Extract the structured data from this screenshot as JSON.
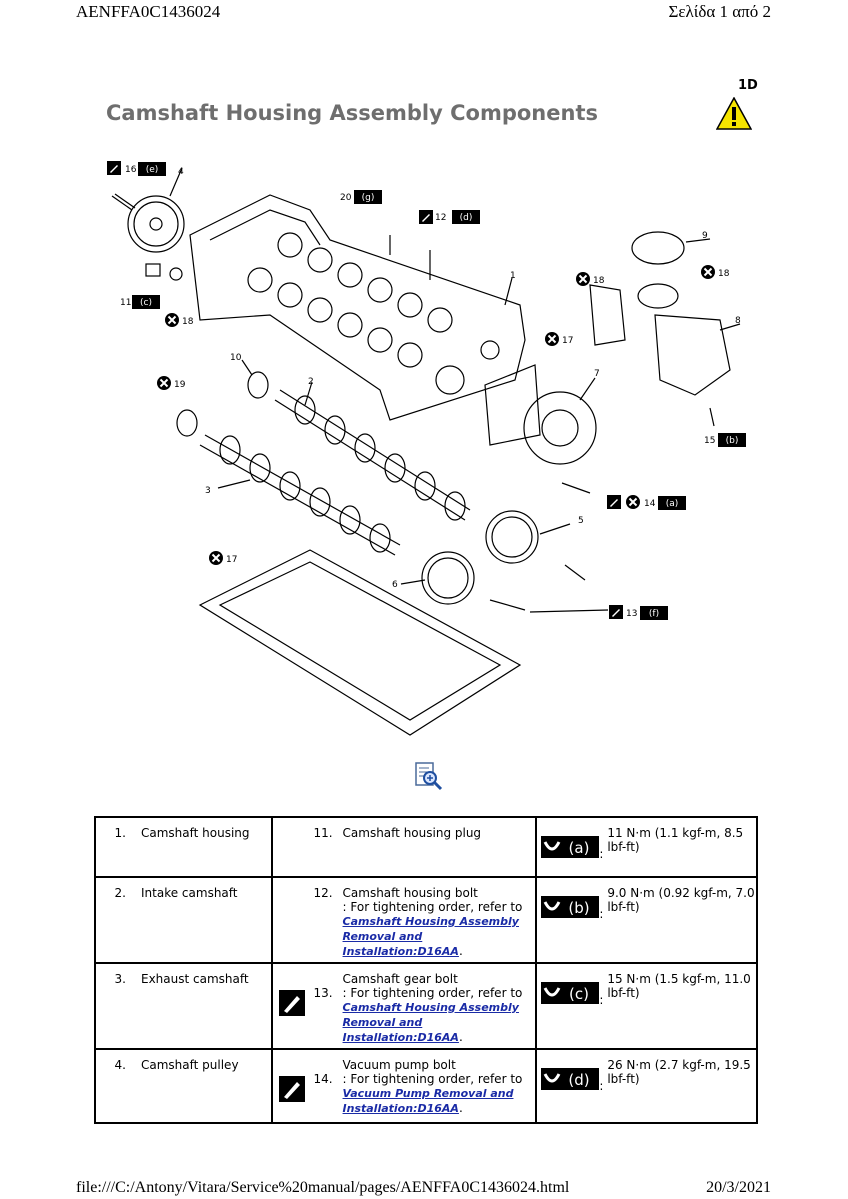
{
  "header": {
    "doc_code": "AENFFA0C1436024",
    "page_label": "Σελίδα 1 από 2"
  },
  "section_code": "1D",
  "title": "Camshaft Housing Assembly Components",
  "diagram_labels": {
    "l1": "1",
    "l2": "2",
    "l3": "3",
    "l4": "4",
    "l5": "5",
    "l6": "6",
    "l7": "7",
    "l8": "8",
    "l9": "9",
    "l10": "10",
    "l11": "11",
    "l12": "12",
    "l13": "13",
    "l14": "14",
    "l15": "15",
    "l16": "16",
    "l17a": "17",
    "l17b": "17",
    "l18a": "18",
    "l18b": "18",
    "l18c": "18",
    "l19": "19",
    "l20": "20",
    "ta": "(a)",
    "tb": "(b)",
    "tc": "(c)",
    "td": "(d)",
    "te": "(e)",
    "tf": "(f)",
    "tg": "(g)"
  },
  "parts": [
    {
      "left_num": "1.",
      "left_name": "Camshaft housing",
      "mid_num": "11.",
      "mid_text": "Camshaft housing plug",
      "mid_note": "",
      "mid_link1": "",
      "mid_link2": "",
      "mid_link3": "",
      "torque_code": "(a)",
      "torque_value": "11 N·m (1.1 kgf-m, 8.5 lbf-ft)"
    },
    {
      "left_num": "2.",
      "left_name": "Intake camshaft",
      "mid_num": "12.",
      "mid_text": "Camshaft housing bolt",
      "mid_note": ": For tightening order, refer to",
      "mid_link1": "Camshaft Housing Assembly",
      "mid_link2": "Removal and",
      "mid_link3": "Installation:D16AA",
      "torque_code": "(b)",
      "torque_value": "9.0 N·m (0.92 kgf-m, 7.0 lbf-ft)"
    },
    {
      "left_num": "3.",
      "left_name": "Exhaust camshaft",
      "mid_num": "13.",
      "mid_text": "Camshaft gear bolt",
      "mid_note": ": For tightening order, refer to",
      "mid_link1": "Camshaft Housing Assembly",
      "mid_link2": "Removal and",
      "mid_link3": "Installation:D16AA",
      "torque_code": "(c)",
      "torque_value": "15 N·m (1.5 kgf-m, 11.0 lbf-ft)"
    },
    {
      "left_num": "4.",
      "left_name": "Camshaft pulley",
      "mid_num": "14.",
      "mid_text": "Vacuum pump bolt",
      "mid_note": ": For tightening order, refer to",
      "mid_link1": "Vacuum Pump Removal and",
      "mid_link2": "Installation:D16AA",
      "mid_link3": "",
      "torque_code": "(d)",
      "torque_value": "26 N·m (2.7 kgf-m, 19.5 lbf-ft)"
    }
  ],
  "footer": {
    "file_path": "file:///C:/Antony/Vitara/Service%20manual/pages/AENFFA0C1436024.html",
    "date": "20/3/2021"
  }
}
